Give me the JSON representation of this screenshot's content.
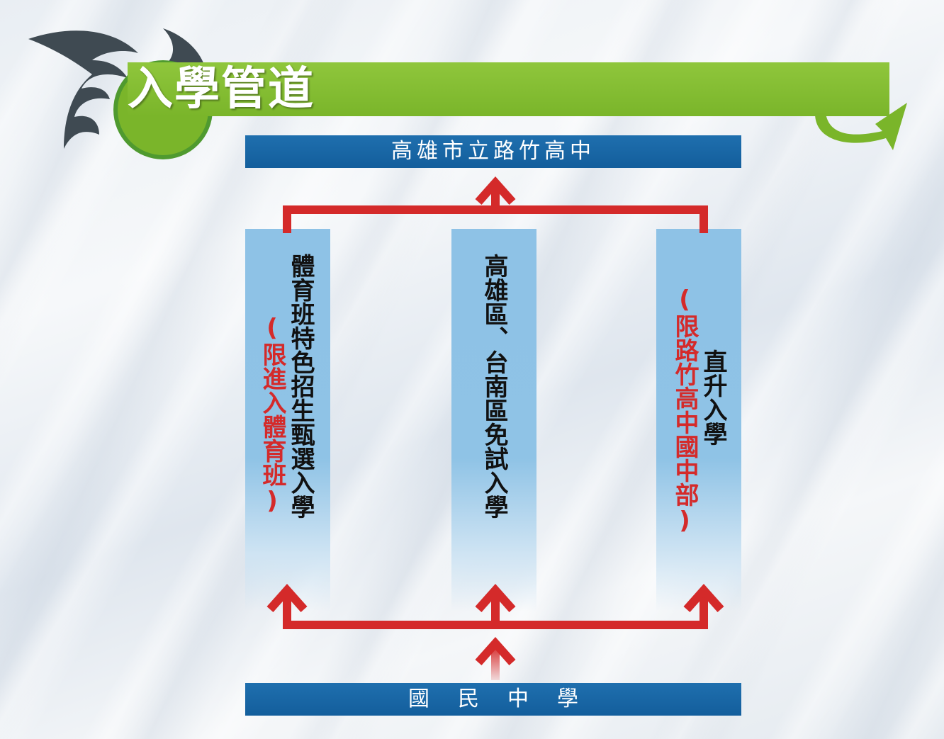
{
  "slide": {
    "title": "入學管道",
    "colors": {
      "banner_green": "#8fc63c",
      "bar_blue": "#1a67a8",
      "column_blue": "#8ec2e6",
      "arrow_red": "#d42a2a",
      "text_black": "#111111",
      "note_red": "#d42a2a"
    }
  },
  "diagram": {
    "top_box": "高雄市立路竹高中",
    "bottom_box": "國民中學",
    "paths": [
      {
        "label": "體育班特色招生甄選入學",
        "note": "(限進入體育班)"
      },
      {
        "label": "高雄區、台南區免試入學",
        "note": ""
      },
      {
        "label": "直升入學",
        "note": "(限路竹高中國中部)"
      }
    ]
  }
}
